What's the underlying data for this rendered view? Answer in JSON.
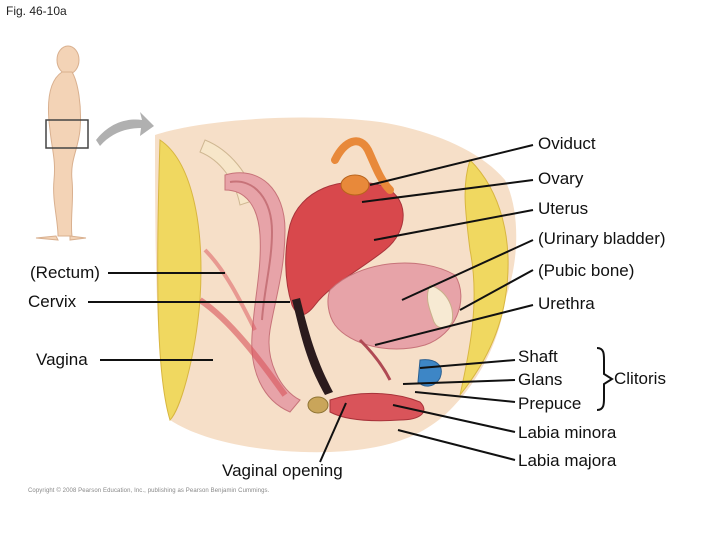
{
  "figure": {
    "title": "Fig. 46-10a",
    "copyright": "Copyright © 2008 Pearson Education, Inc., publishing as Pearson Benjamin Cummings."
  },
  "labels": {
    "oviduct": "Oviduct",
    "ovary": "Ovary",
    "uterus": "Uterus",
    "urinary_bladder": "(Urinary bladder)",
    "pubic_bone": "(Pubic bone)",
    "urethra": "Urethra",
    "rectum": "(Rectum)",
    "cervix": "Cervix",
    "vagina": "Vagina",
    "shaft": "Shaft",
    "glans": "Glans",
    "prepuce": "Prepuce",
    "clitoris": "Clitoris",
    "labia_minora": "Labia minora",
    "labia_majora": "Labia majora",
    "vaginal_opening": "Vaginal opening"
  },
  "colors": {
    "skin": "#f3d3b6",
    "fat": "#f0d860",
    "muscle": "#d9545a",
    "organ_pink": "#e7a3a8",
    "uterus": "#d8484c",
    "oviduct": "#e8893a",
    "urethra_blue": "#3d86c6",
    "leader": "#111111",
    "arrow_gray": "#b0b0b0"
  }
}
